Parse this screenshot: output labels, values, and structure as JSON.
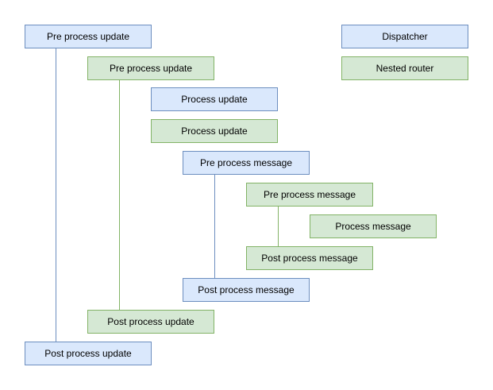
{
  "diagram": {
    "legend": {
      "items": [
        {
          "label": "Dispatcher",
          "kind": "dispatcher"
        },
        {
          "label": "Nested router",
          "kind": "nested-router"
        }
      ]
    },
    "nodes": [
      {
        "label": "Pre process update",
        "kind": "dispatcher"
      },
      {
        "label": "Pre process update",
        "kind": "nested-router"
      },
      {
        "label": "Process update",
        "kind": "dispatcher"
      },
      {
        "label": "Process update",
        "kind": "nested-router"
      },
      {
        "label": "Pre process message",
        "kind": "dispatcher"
      },
      {
        "label": "Pre process message",
        "kind": "nested-router"
      },
      {
        "label": "Process message",
        "kind": "nested-router"
      },
      {
        "label": "Post process message",
        "kind": "nested-router"
      },
      {
        "label": "Post process message",
        "kind": "dispatcher"
      },
      {
        "label": "Post process update",
        "kind": "nested-router"
      },
      {
        "label": "Post process update",
        "kind": "dispatcher"
      }
    ],
    "connectors": [
      {
        "owner": "dispatcher",
        "from": "Pre process update",
        "to": "Post process update"
      },
      {
        "owner": "nested-router",
        "from": "Pre process update",
        "to": "Post process update"
      },
      {
        "owner": "dispatcher",
        "from": "Pre process message",
        "to": "Post process message"
      },
      {
        "owner": "nested-router",
        "from": "Pre process message",
        "to": "Post process message"
      }
    ],
    "colors": {
      "dispatcher_fill": "#dae8fc",
      "dispatcher_stroke": "#6c8ebf",
      "router_fill": "#d5e8d4",
      "router_stroke": "#82b366",
      "text": "#000000",
      "background": "#ffffff"
    }
  }
}
